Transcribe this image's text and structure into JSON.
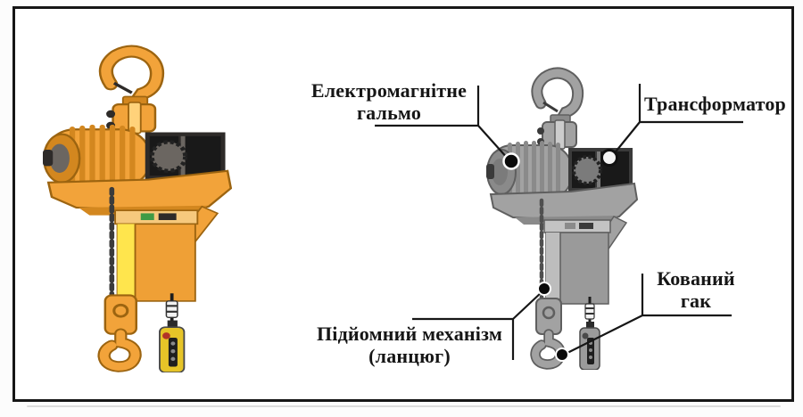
{
  "labels": {
    "brake": {
      "line1": "Електромагнітне",
      "line2": "гальмо"
    },
    "transformer": {
      "line1": "Трансформатор"
    },
    "mechanism": {
      "line1": "Підйомний механізм",
      "line2": "(ланцюг)"
    },
    "hook": {
      "line1": "Кований",
      "line2": "гак"
    }
  },
  "colors": {
    "hoist_yellow": "#f2a33a",
    "hoist_yellow_bright": "#ffe54d",
    "pendant_yellow": "#e6c428",
    "hoist_gray": "#a2a2a2",
    "callout_line": "#161616",
    "label_text": "#161616",
    "frame_border": "#161616"
  }
}
